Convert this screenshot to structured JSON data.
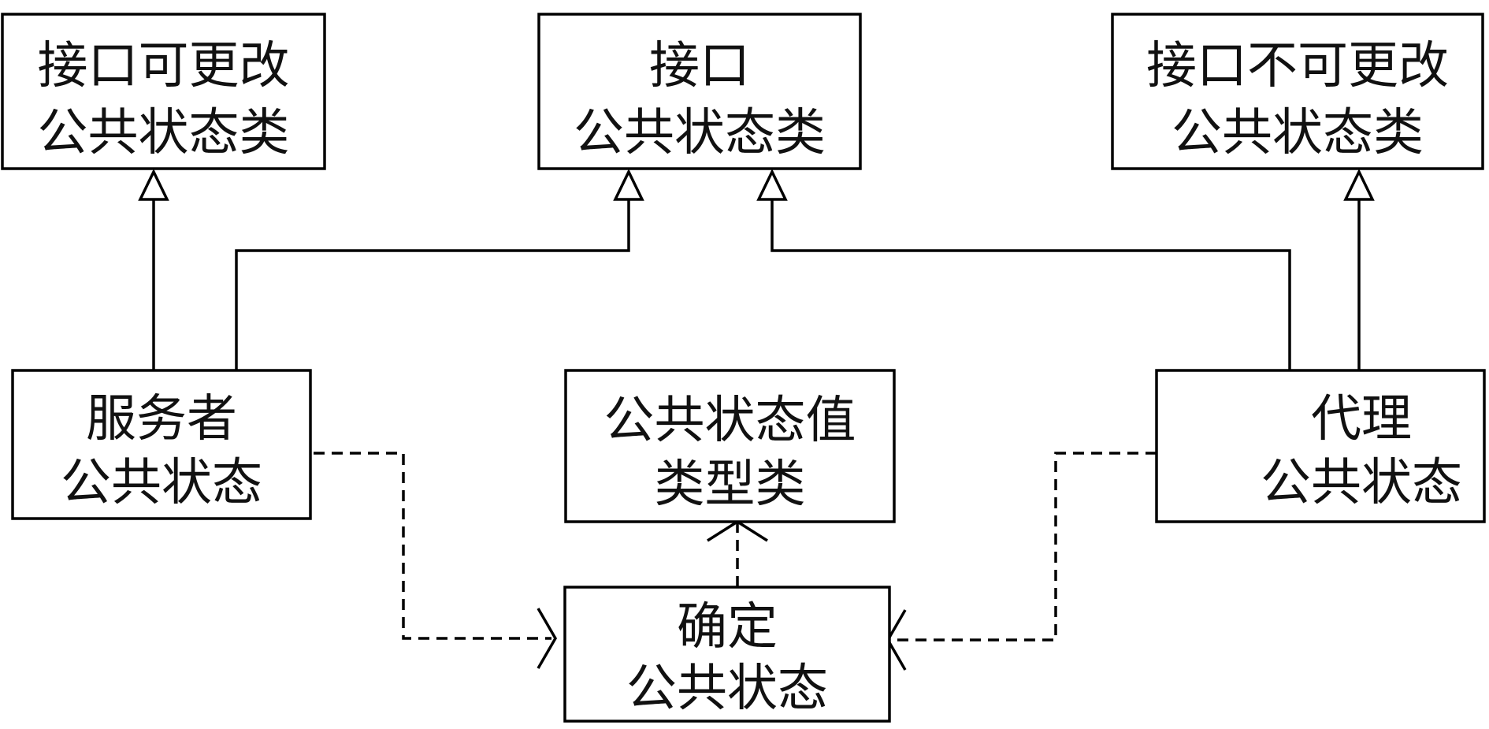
{
  "nodes": {
    "interface_mutable": {
      "line1": "接口可更改",
      "line2": "公共状态类"
    },
    "interface": {
      "line1": "接口",
      "line2": "公共状态类"
    },
    "interface_immutable": {
      "line1": "接口不可更改",
      "line2": "公共状态类"
    },
    "server": {
      "line1": "服务者",
      "line2": "公共状态"
    },
    "value_type": {
      "line1": "公共状态值",
      "line2": "类型类"
    },
    "proxy": {
      "line1": "代理",
      "line2": "公共状态"
    },
    "determine": {
      "line1": "确定",
      "line2": "公共状态"
    }
  },
  "edges": [
    {
      "from": "server",
      "to": "interface_mutable",
      "kind": "inheritance"
    },
    {
      "from": "server",
      "to": "interface",
      "kind": "inheritance"
    },
    {
      "from": "proxy",
      "to": "interface",
      "kind": "inheritance"
    },
    {
      "from": "proxy",
      "to": "interface_immutable",
      "kind": "inheritance"
    },
    {
      "from": "server",
      "to": "determine",
      "kind": "dependency"
    },
    {
      "from": "proxy",
      "to": "determine",
      "kind": "dependency"
    },
    {
      "from": "determine",
      "to": "value_type",
      "kind": "dependency"
    }
  ],
  "colors": {
    "line": "#000000",
    "text": "#111111",
    "background": "#ffffff"
  }
}
